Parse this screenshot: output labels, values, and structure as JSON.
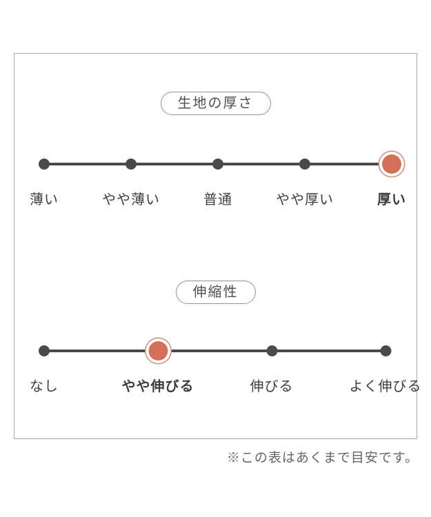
{
  "page": {
    "note": "※この表はあくまで目安です。"
  },
  "chart_data": [
    {
      "type": "scale",
      "title": "生地の厚さ",
      "categories": [
        "薄い",
        "やや薄い",
        "普通",
        "やや厚い",
        "厚い"
      ],
      "selected": "厚い",
      "selected_index": 4
    },
    {
      "type": "scale",
      "title": "伸縮性",
      "categories": [
        "なし",
        "やや伸びる",
        "伸びる",
        "よく伸びる"
      ],
      "selected": "やや伸びる",
      "selected_index": 1
    }
  ],
  "colors": {
    "accent": "#d4705a",
    "ring": "#cb8d7c",
    "line": "#4a4a4a",
    "dot": "#4a4a4a",
    "text": "#3d3d3d",
    "pill-text": "#4f4f4f",
    "pill-border": "#909090",
    "border": "#aaaaaa",
    "note-text": "#666666"
  }
}
